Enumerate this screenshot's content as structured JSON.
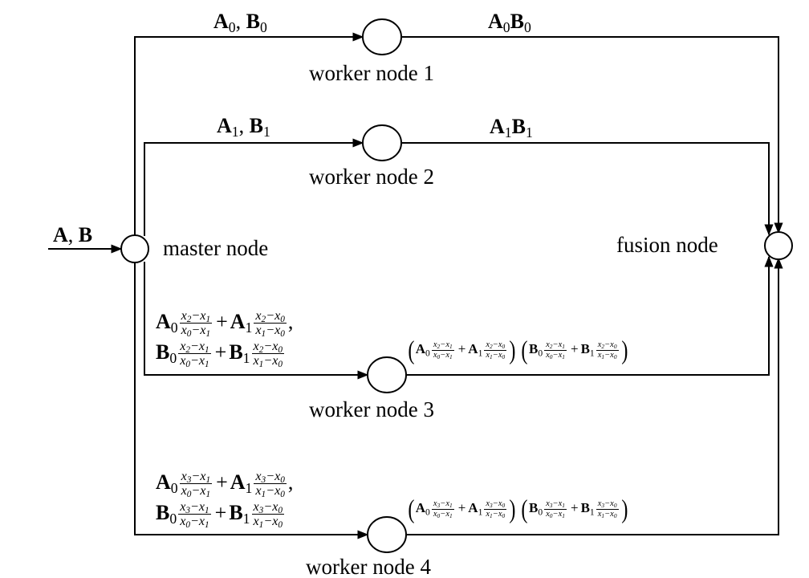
{
  "input": {
    "matrix_a": "A",
    "matrix_b": "B",
    "separator": ", "
  },
  "nodes": {
    "master": "master node",
    "fusion": "fusion node",
    "workers": [
      "worker node 1",
      "worker node 2",
      "worker node 3",
      "worker node 4"
    ]
  },
  "edges": {
    "w1_in": {
      "a": "A",
      "a_sub": "0",
      "b": "B",
      "b_sub": "0"
    },
    "w1_out": {
      "a": "A",
      "a_sub": "0",
      "b": "B",
      "b_sub": "0"
    },
    "w2_in": {
      "a": "A",
      "a_sub": "1",
      "b": "B",
      "b_sub": "1"
    },
    "w2_out": {
      "a": "A",
      "a_sub": "1",
      "b": "B",
      "b_sub": "1"
    }
  },
  "coded": {
    "w3": {
      "mat_a": "A",
      "mat_b": "B",
      "idx0": "0",
      "idx1": "1",
      "frac0_num": "x",
      "frac0_num_sub1": "2",
      "frac0_num_sub2": "1",
      "frac0_den_sub1": "0",
      "frac0_den_sub2": "1",
      "frac1_num_sub1": "2",
      "frac1_num_sub2": "0",
      "frac1_den_sub1": "1",
      "frac1_den_sub2": "0",
      "plus": "+",
      "minus": "−",
      "comma": ","
    },
    "w4": {
      "mat_a": "A",
      "mat_b": "B",
      "idx0": "0",
      "idx1": "1",
      "frac0_num_sub1": "3",
      "frac0_num_sub2": "1",
      "frac0_den_sub1": "0",
      "frac0_den_sub2": "1",
      "frac1_num_sub1": "3",
      "frac1_num_sub2": "0",
      "frac1_den_sub1": "1",
      "frac1_den_sub2": "0",
      "plus": "+",
      "minus": "−",
      "comma": ","
    }
  }
}
